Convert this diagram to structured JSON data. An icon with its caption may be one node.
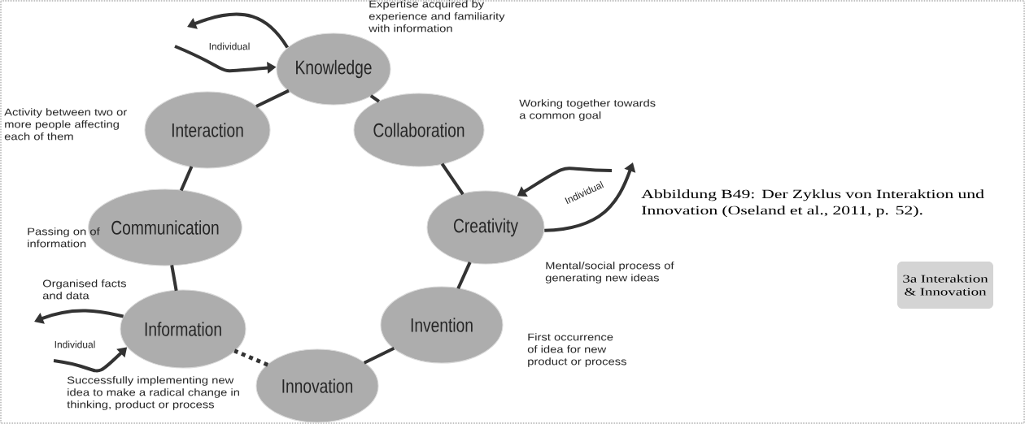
{
  "diagram": {
    "caption": "Abbildung B49: Der Zyklus von Interaktion und Innovation (Oseland et al., 2011, p. 52).",
    "nodes": [
      {
        "text": [
          "Knowledge"
        ],
        "beside": [
          "Expertise acquired by experience and familiarity with information"
        ]
      },
      {
        "text": [
          "Collaboration"
        ],
        "beside": [
          "Working together towards a common goal"
        ]
      },
      {
        "text": [
          "Creativity"
        ],
        "beside": [
          "Mental/social process of generating new ideas"
        ]
      },
      {
        "text": [
          "Invention"
        ],
        "beside": [
          "First occurrence of idea for new product or process"
        ]
      },
      {
        "text": [
          "Innovation"
        ]
      },
      {
        "text": [
          "Information"
        ],
        "beside": [
          "Organised facts and data"
        ]
      },
      {
        "text": [
          "Communication"
        ],
        "beside": [
          "Passing on of information"
        ]
      },
      {
        "text": [
          "Interaction"
        ],
        "beside": [
          "Activity between two or more people affecting each of them"
        ]
      },
      {
        "text": [
          "3a Interaktion & Innovation"
        ]
      }
    ],
    "edges": [
      {
        "from": 0,
        "to": 1,
        "arrow": "none"
      },
      {
        "from": 1,
        "to": 2,
        "arrow": "none"
      },
      {
        "from": 2,
        "to": 3,
        "arrow": "none"
      },
      {
        "from": 3,
        "to": 4,
        "arrow": "none"
      },
      {
        "from": 4,
        "to": 5,
        "arrow": "none",
        "style": "dashed"
      },
      {
        "from": 5,
        "to": 6,
        "arrow": "none"
      },
      {
        "from": 6,
        "to": 7,
        "arrow": "none"
      },
      {
        "from": 7,
        "to": 0,
        "arrow": "none"
      },
      {
        "from": 0,
        "to": null,
        "arrow": "to"
      },
      {
        "from": null,
        "to": 0,
        "arrow": "to"
      },
      {
        "from": null,
        "to": 2,
        "arrow": "to"
      },
      {
        "from": 2,
        "to": null,
        "arrow": "to"
      },
      {
        "from": 5,
        "to": null,
        "arrow": "to"
      },
      {
        "from": null,
        "to": 5,
        "arrow": "to"
      }
    ],
    "labels": [
      "Individual",
      "Individual",
      "Individual",
      "Successfully implementing new idea to make a radical change in thinking, product or process"
    ]
  }
}
